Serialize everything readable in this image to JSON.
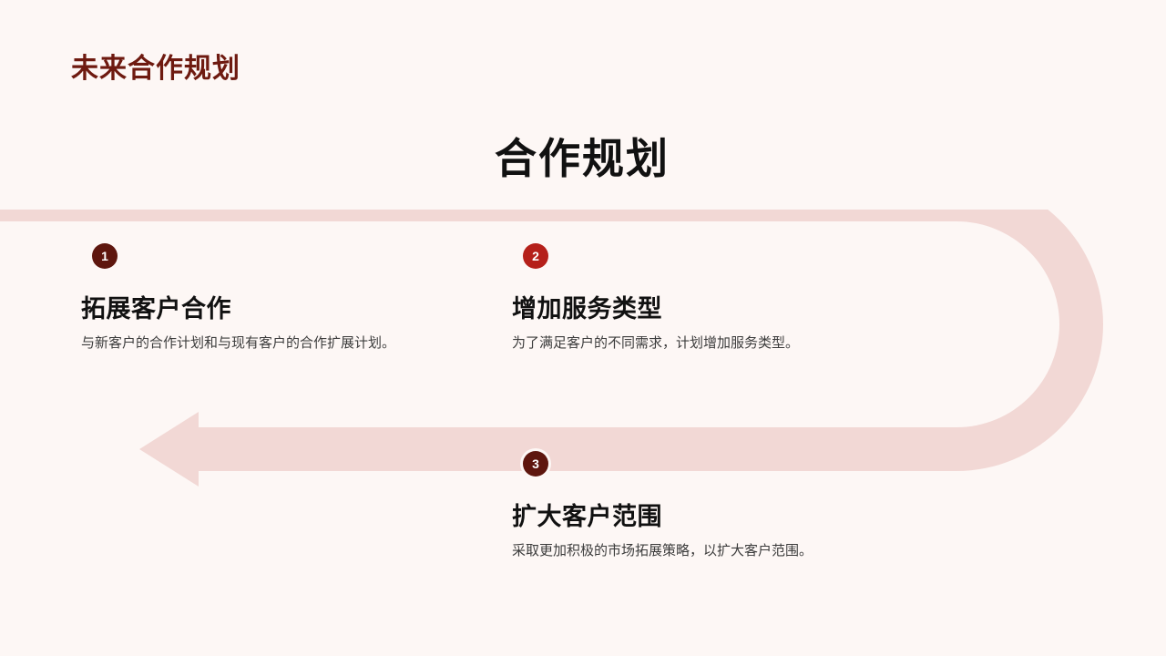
{
  "slide": {
    "header_title": "未来合作规划",
    "main_title": "合作规划",
    "background_color": "#FDF7F5",
    "header_color": "#6E1A10",
    "ribbon_color": "#F2D8D5"
  },
  "steps": [
    {
      "number": "1",
      "title": "拓展客户合作",
      "description": "与新客户的合作计划和与现有客户的合作扩展计划。",
      "badge_color": "#5E160E"
    },
    {
      "number": "2",
      "title": "增加服务类型",
      "description": "为了满足客户的不同需求，计划增加服务类型。",
      "badge_color": "#B5201A"
    },
    {
      "number": "3",
      "title": "扩大客户范围",
      "description": "采取更加积极的市场拓展策略，以扩大客户范围。",
      "badge_color": "#5E160E"
    }
  ]
}
